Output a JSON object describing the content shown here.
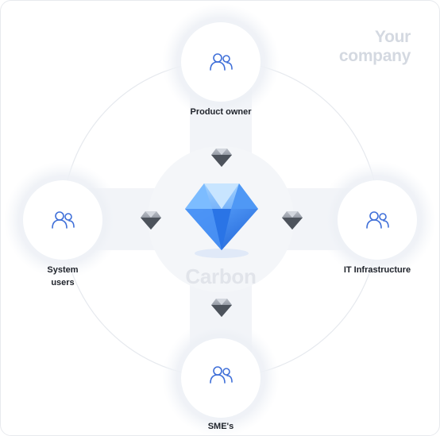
{
  "company_label": {
    "line1": "Your",
    "line2": "company"
  },
  "center": {
    "label": "Carbon",
    "icon": "large-blue-diamond-icon"
  },
  "nodes": {
    "top": {
      "label": "Product owner",
      "icon": "users-icon"
    },
    "left": {
      "label_line1": "System",
      "label_line2": "users",
      "icon": "users-icon"
    },
    "right": {
      "label": "IT Infrastructure",
      "icon": "users-icon"
    },
    "bottom": {
      "label": "SME's",
      "icon": "users-icon"
    }
  },
  "connectors": {
    "icon": "small-gray-diamond-icon"
  },
  "colors": {
    "icon_blue": "#3f6fd8",
    "node_halo": "#eef1f6",
    "orbit_line": "#e6e9ee",
    "watermark_text": "#d4d9e1"
  }
}
